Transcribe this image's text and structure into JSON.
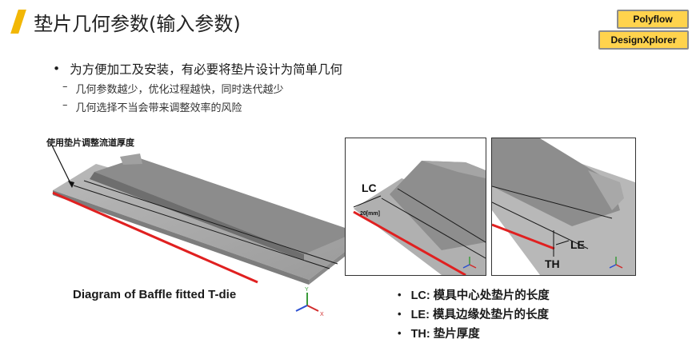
{
  "title": "垫片几何参数(输入参数)",
  "tags": {
    "polyflow": "Polyflow",
    "designxplorer": "DesignXplorer"
  },
  "bullets": {
    "main": "为方便加工及安装，有必要将垫片设计为简单几何",
    "sub": [
      "几何参数越少，优化过程越快，同时迭代越少",
      "几何选择不当会带来调整效率的风险"
    ]
  },
  "figure_left": {
    "callout": "使用垫片调整流道厚度",
    "caption": "Diagram of Baffle fitted T-die",
    "axis_y": "Y",
    "axis_x": "X"
  },
  "figure_mid": {
    "lc": "LC",
    "dim": "20[mm]"
  },
  "figure_right": {
    "le": "LE",
    "th": "TH"
  },
  "legend": [
    "LC: 模具中心处垫片的长度",
    "LE: 模具边缘处垫片的长度",
    "TH: 垫片厚度"
  ],
  "colors": {
    "accent": "#f2b705",
    "baffle_red": "#e02020",
    "body_gray": "#a8a8a8"
  }
}
